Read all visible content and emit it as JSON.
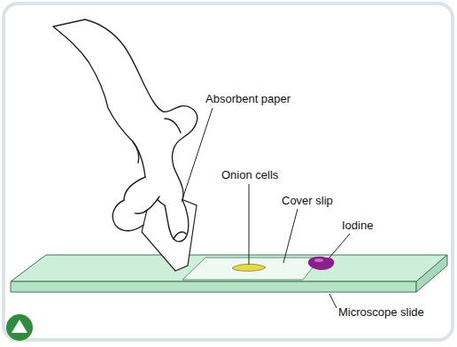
{
  "diagram": {
    "labels": [
      "Absorbent paper",
      "Onion cells",
      "Cover slip",
      "Iodine",
      "Microscope slide"
    ]
  }
}
